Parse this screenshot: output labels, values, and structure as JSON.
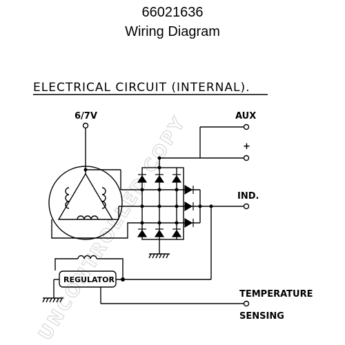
{
  "header": {
    "part_number": "66021636",
    "subtitle": "Wiring Diagram"
  },
  "diagram": {
    "heading": "ELECTRICAL CIRCUIT (INTERNAL).",
    "labels": {
      "voltage": "6/7V",
      "aux": "AUX",
      "plus": "+",
      "ind": "IND.",
      "regulator": "REGULATOR",
      "temperature": "TEMPERATURE",
      "sensing": "SENSING"
    },
    "watermark": "UNCONTROLLED COPY",
    "line_color": "#000000",
    "watermark_color": "#d8d8d8"
  }
}
